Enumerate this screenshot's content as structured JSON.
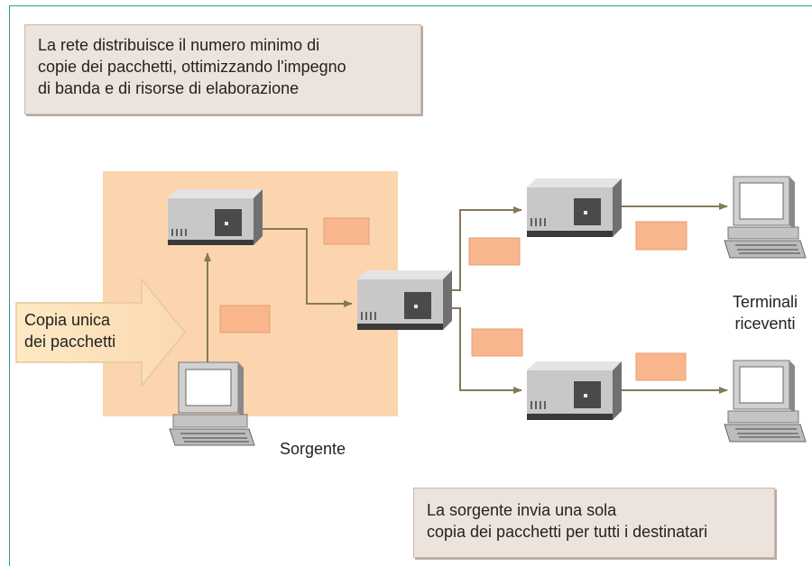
{
  "note_top": {
    "lines": [
      "La rete distribuisce il numero minimo di",
      "copie dei pacchetti, ottimizzando l'impegno",
      "di banda e di risorse di elaborazione"
    ]
  },
  "note_bottom": {
    "lines": [
      "La sorgente invia una sola",
      "copia dei pacchetti per tutti i destinatari"
    ]
  },
  "source_arrow": {
    "lines": [
      "Copia unica",
      "dei pacchetti"
    ]
  },
  "source_label": "Sorgente",
  "receivers_label": {
    "lines": [
      "Terminali",
      "riceventi"
    ]
  },
  "colors": {
    "frame": "#2f9a8e",
    "source_area": "#fcd5ae",
    "packet": "#f9b58c",
    "link": "#857a56",
    "router_top": "#c6c6c6",
    "router_side": "#6f6f6f"
  }
}
